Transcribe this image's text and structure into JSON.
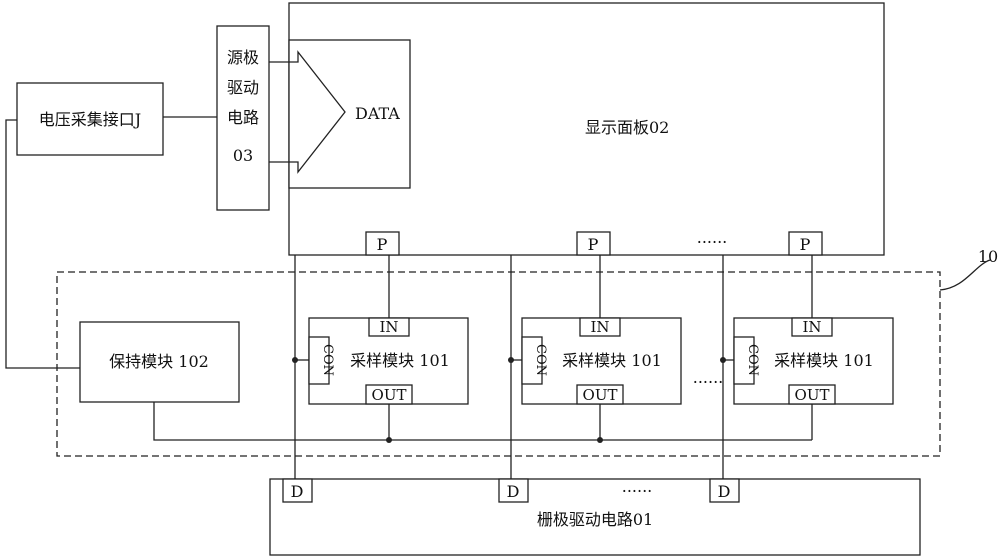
{
  "voltage_interface": {
    "label": "电压采集接口J"
  },
  "source_driver": {
    "lines": [
      "源极",
      "驱动",
      "电路",
      "03"
    ]
  },
  "display_panel": {
    "label": "显示面板02",
    "data_label": "DATA"
  },
  "pins": {
    "p": "P",
    "d": "D"
  },
  "module_group": {
    "ref": "10"
  },
  "hold_module": {
    "label": "保持模块 102"
  },
  "sampling_module": {
    "label": "采样模块 101",
    "in": "IN",
    "out": "OUT",
    "con": "CON"
  },
  "gate_driver": {
    "label": "栅极驱动电路01"
  },
  "ellipsis": "......"
}
